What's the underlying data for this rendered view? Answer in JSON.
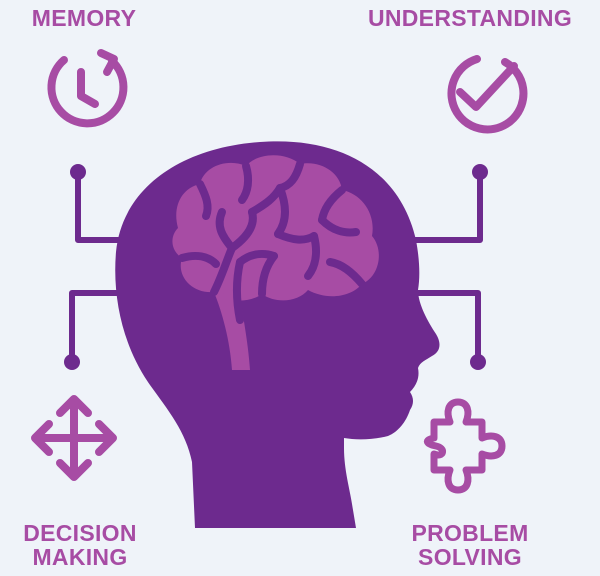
{
  "labels": {
    "memory": "MEMORY",
    "understanding": "UNDERSTANDING",
    "decision_line1": "DECISION",
    "decision_line2": "MAKING",
    "problem_line1": "PROBLEM",
    "problem_line2": "SOLVING"
  },
  "colors": {
    "background": "#eff3f9",
    "head": "#6d2a8e",
    "brain": "#a74ca4",
    "accent": "#a74ca4",
    "connector": "#6d2a8e"
  },
  "icons": {
    "memory": "clock-refresh-icon",
    "understanding": "check-circle-icon",
    "decision": "move-arrows-icon",
    "problem": "puzzle-piece-icon"
  }
}
